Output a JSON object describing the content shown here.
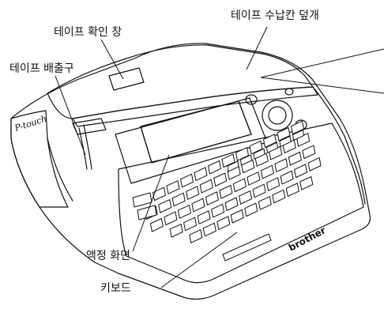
{
  "labels": {
    "tape_cover": "테이프 수납칸 덮개",
    "tape_window": "테이프 확인 창",
    "tape_exit": "테이프 배출구",
    "lcd": "액정 화면",
    "keyboard": "키보드"
  },
  "device": {
    "logo": "P-touch",
    "brand": "brother"
  },
  "colors": {
    "line": "#111111",
    "background": "#ffffff"
  }
}
